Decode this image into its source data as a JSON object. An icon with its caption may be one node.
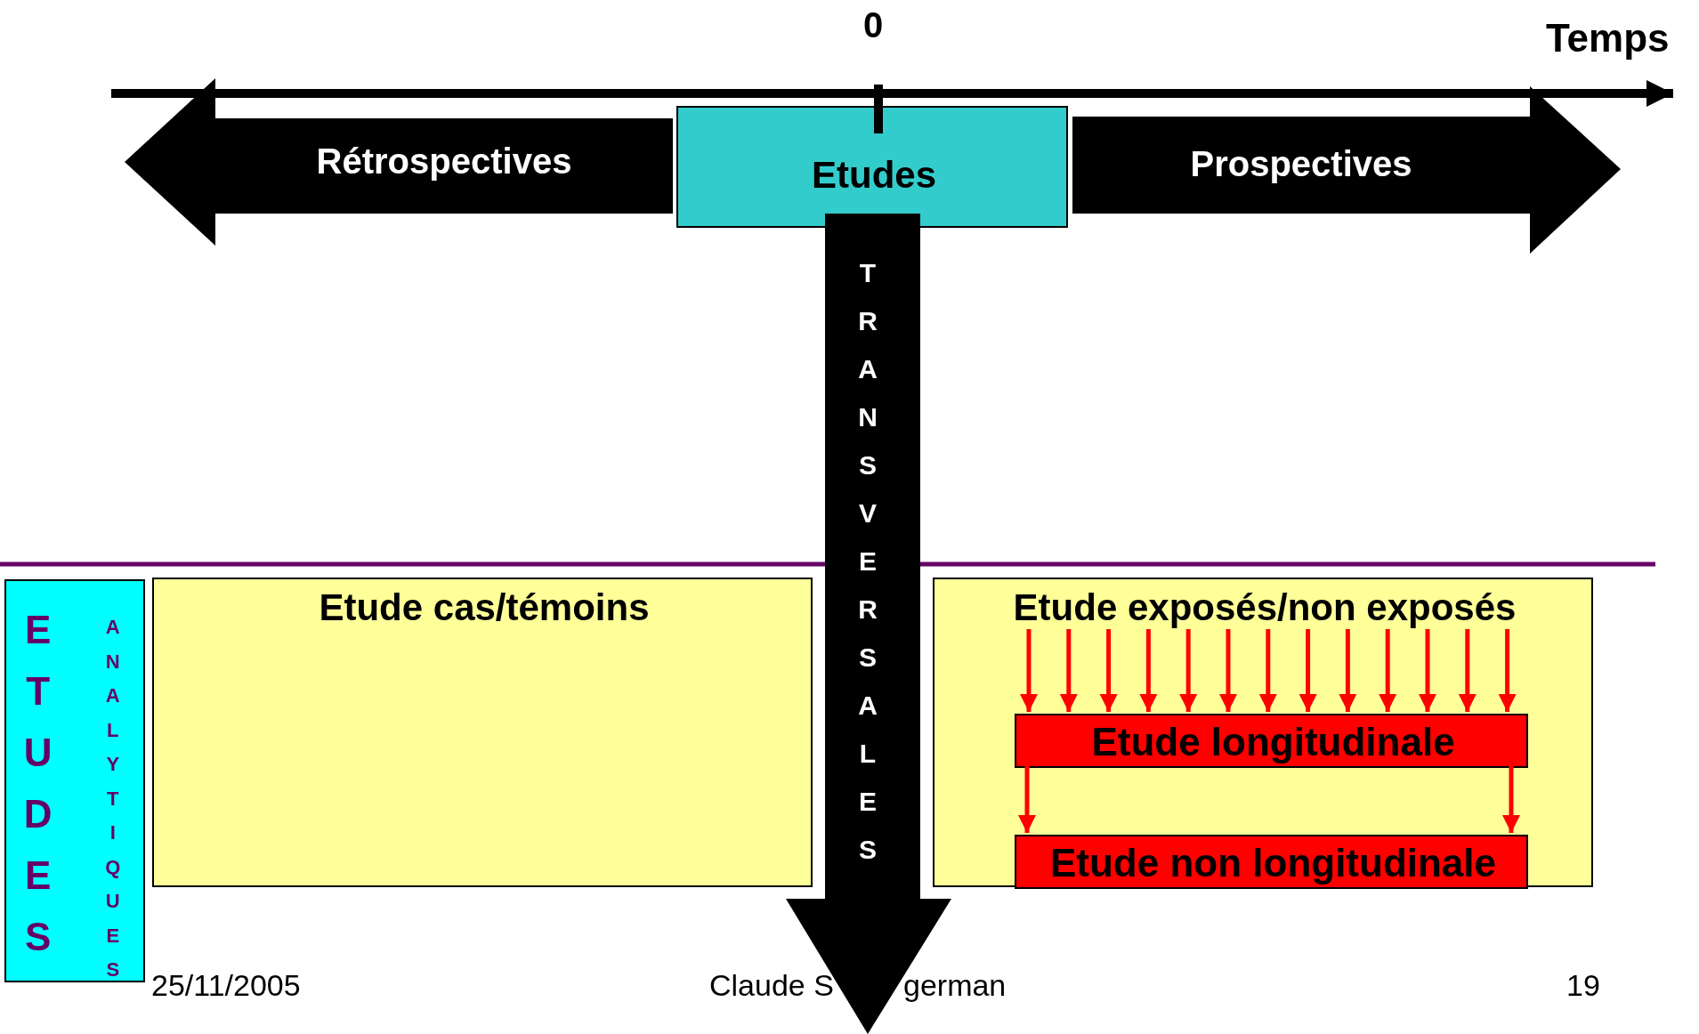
{
  "diagram": {
    "nodes": [
      {
        "text": [
          "Rétrospectives"
        ]
      },
      {
        "text": [
          "Etudes"
        ]
      },
      {
        "text": [
          "Prospectives"
        ]
      },
      {
        "text": [
          "TRANSVERSALES"
        ]
      },
      {
        "text": [
          "ETUDES",
          "ANALYTIQUES"
        ]
      },
      {
        "text": [
          "Etude cas/témoins"
        ]
      },
      {
        "text": [
          "Etude exposés/non exposés"
        ]
      },
      {
        "text": [
          "Etude longitudinale"
        ],
        "in": 6
      },
      {
        "text": [
          "Etude non longitudinale"
        ],
        "in": 6
      }
    ],
    "edges": [
      {
        "from": 6,
        "to": 7,
        "arrow": "to"
      },
      {
        "from": 6,
        "to": 7,
        "arrow": "to"
      },
      {
        "from": 6,
        "to": 7,
        "arrow": "to"
      },
      {
        "from": 6,
        "to": 7,
        "arrow": "to"
      },
      {
        "from": 6,
        "to": 7,
        "arrow": "to"
      },
      {
        "from": 6,
        "to": 7,
        "arrow": "to"
      },
      {
        "from": 6,
        "to": 7,
        "arrow": "to"
      },
      {
        "from": 6,
        "to": 7,
        "arrow": "to"
      },
      {
        "from": 6,
        "to": 7,
        "arrow": "to"
      },
      {
        "from": 6,
        "to": 7,
        "arrow": "to"
      },
      {
        "from": 6,
        "to": 7,
        "arrow": "to"
      },
      {
        "from": 6,
        "to": 7,
        "arrow": "to"
      },
      {
        "from": 6,
        "to": 7,
        "arrow": "to"
      },
      {
        "from": 7,
        "to": 8,
        "arrow": "to"
      },
      {
        "from": 7,
        "to": 8,
        "arrow": "to"
      }
    ],
    "labels": [
      "0",
      "Temps",
      "25/11/2005",
      "Claude S",
      "german",
      "19"
    ]
  }
}
